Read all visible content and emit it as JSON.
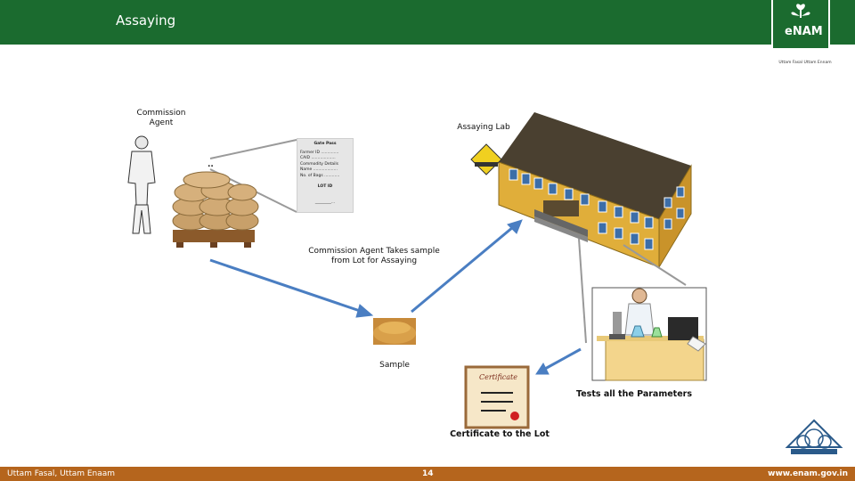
{
  "header": {
    "title": "Assaying"
  },
  "logo": {
    "text": "eNAM",
    "tagline": "Uttam Fasal Uttam Ennam"
  },
  "labels": {
    "commission_agent": "Commission\nAgent",
    "assaying_lab": "Assaying Lab",
    "takes_sample": "Commission Agent Takes sample\nfrom Lot for Assaying",
    "sample": "Sample",
    "tests": "Tests all the Parameters",
    "certificate_caption": "Certificate to the Lot"
  },
  "gate_pass": {
    "title": "Gate Pass",
    "lines": [
      "Farmer ID ..............",
      "CAID ...................",
      "Commodity Details",
      "Name ...................",
      "No. of Bags ............"
    ],
    "lot_id": "LOT ID",
    "signature": "________..."
  },
  "certificate": {
    "title": "Certificate"
  },
  "footer": {
    "left": "Uttam Fasal, Uttam Enaam",
    "page": "14",
    "right": "www.enam.gov.in"
  },
  "colors": {
    "header_green": "#1b6b2f",
    "footer_brown": "#b5651d",
    "arrow_blue": "#4a7ec2"
  }
}
